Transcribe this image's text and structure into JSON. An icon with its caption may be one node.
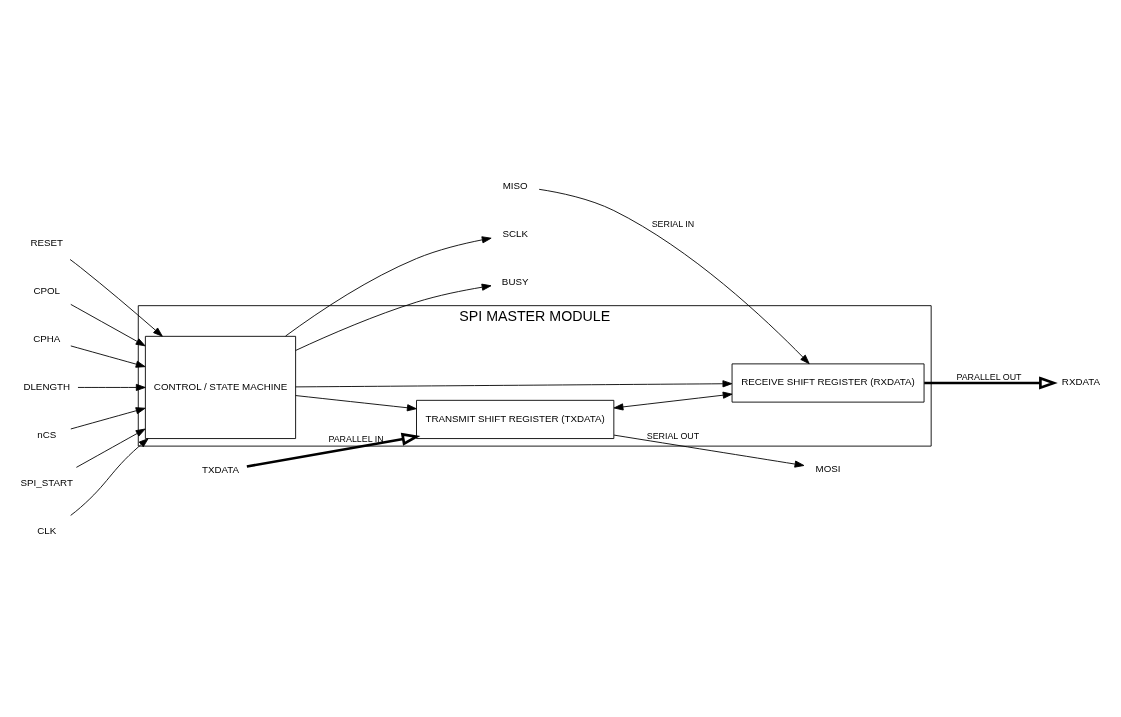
{
  "diagram": {
    "nodes": [
      {
        "text": [
          "SPI MASTER MODULE"
        ]
      },
      {
        "text": [
          "TRANSMIT SHIFT REGISTER (TXDATA)"
        ],
        "in": 0
      },
      {
        "text": [
          "RECEIVE SHIFT REGISTER (RXDATA)"
        ],
        "in": 0
      },
      {
        "text": [
          "CONTROL / STATE MACHINE"
        ],
        "in": 0
      },
      {
        "text": [
          "TXDATA"
        ]
      },
      {
        "text": [
          "MOSI"
        ]
      },
      {
        "text": [
          "RESET"
        ]
      },
      {
        "text": [
          "CPOL"
        ]
      },
      {
        "text": [
          "CPHA"
        ]
      },
      {
        "text": [
          "DLENGTH"
        ]
      },
      {
        "text": [
          "nCS"
        ]
      },
      {
        "text": [
          "SPI_START"
        ]
      },
      {
        "text": [
          "BUSY"
        ]
      },
      {
        "text": [
          "CLK"
        ]
      },
      {
        "text": [
          "SCLK"
        ]
      },
      {
        "text": [
          "MISO"
        ]
      },
      {
        "text": [
          "RXDATA"
        ]
      }
    ],
    "edges": [
      {
        "from": 4,
        "to": 1,
        "arrow": "to",
        "label": "PARALLEL IN",
        "style": "thick"
      },
      {
        "from": 1,
        "to": 5,
        "arrow": "to",
        "label": "SERIAL OUT"
      },
      {
        "from": 1,
        "to": 2,
        "arrow": "both"
      },
      {
        "from": 3,
        "to": 1,
        "arrow": "to"
      },
      {
        "from": 3,
        "to": 2,
        "arrow": "to"
      },
      {
        "from": 6,
        "to": 3,
        "arrow": "to"
      },
      {
        "from": 7,
        "to": 3,
        "arrow": "to"
      },
      {
        "from": 8,
        "to": 3,
        "arrow": "to"
      },
      {
        "from": 9,
        "to": 3,
        "arrow": "to"
      },
      {
        "from": 10,
        "to": 3,
        "arrow": "to"
      },
      {
        "from": 11,
        "to": 3,
        "arrow": "to"
      },
      {
        "from": 3,
        "to": 12,
        "arrow": "to"
      },
      {
        "from": 13,
        "to": 3,
        "arrow": "to"
      },
      {
        "from": 3,
        "to": 14,
        "arrow": "to"
      },
      {
        "from": 15,
        "to": 2,
        "arrow": "to",
        "label": "SERIAL IN"
      },
      {
        "from": 2,
        "to": 16,
        "arrow": "to",
        "label": "PARALLEL OUT",
        "style": "thick"
      }
    ]
  }
}
